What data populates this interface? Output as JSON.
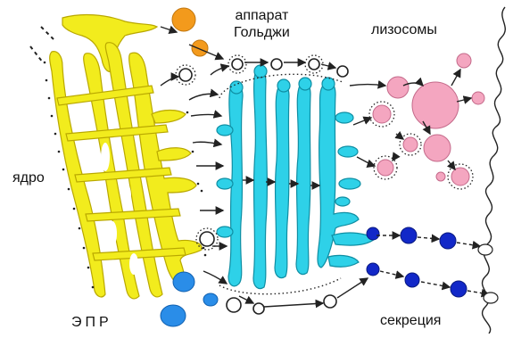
{
  "labels": {
    "golgi_line1": "аппарат",
    "golgi_line2": "Гольджи",
    "lysosomes": "лизосомы",
    "nucleus": "ядро",
    "er": "ЭПР",
    "secretion": "секреция"
  },
  "colors": {
    "er": "#f2ec1d",
    "er_outline": "#b9a800",
    "golgi": "#2ed1e8",
    "golgi_outline": "#0f8ea3",
    "lysosome": "#f4a6c0",
    "lysosome_outline": "#c46a8a",
    "secretory_granule": "#1228c8",
    "early_vesicle": "#2a8de8",
    "orange_vesicle": "#f39a1c",
    "line": "#222222"
  }
}
